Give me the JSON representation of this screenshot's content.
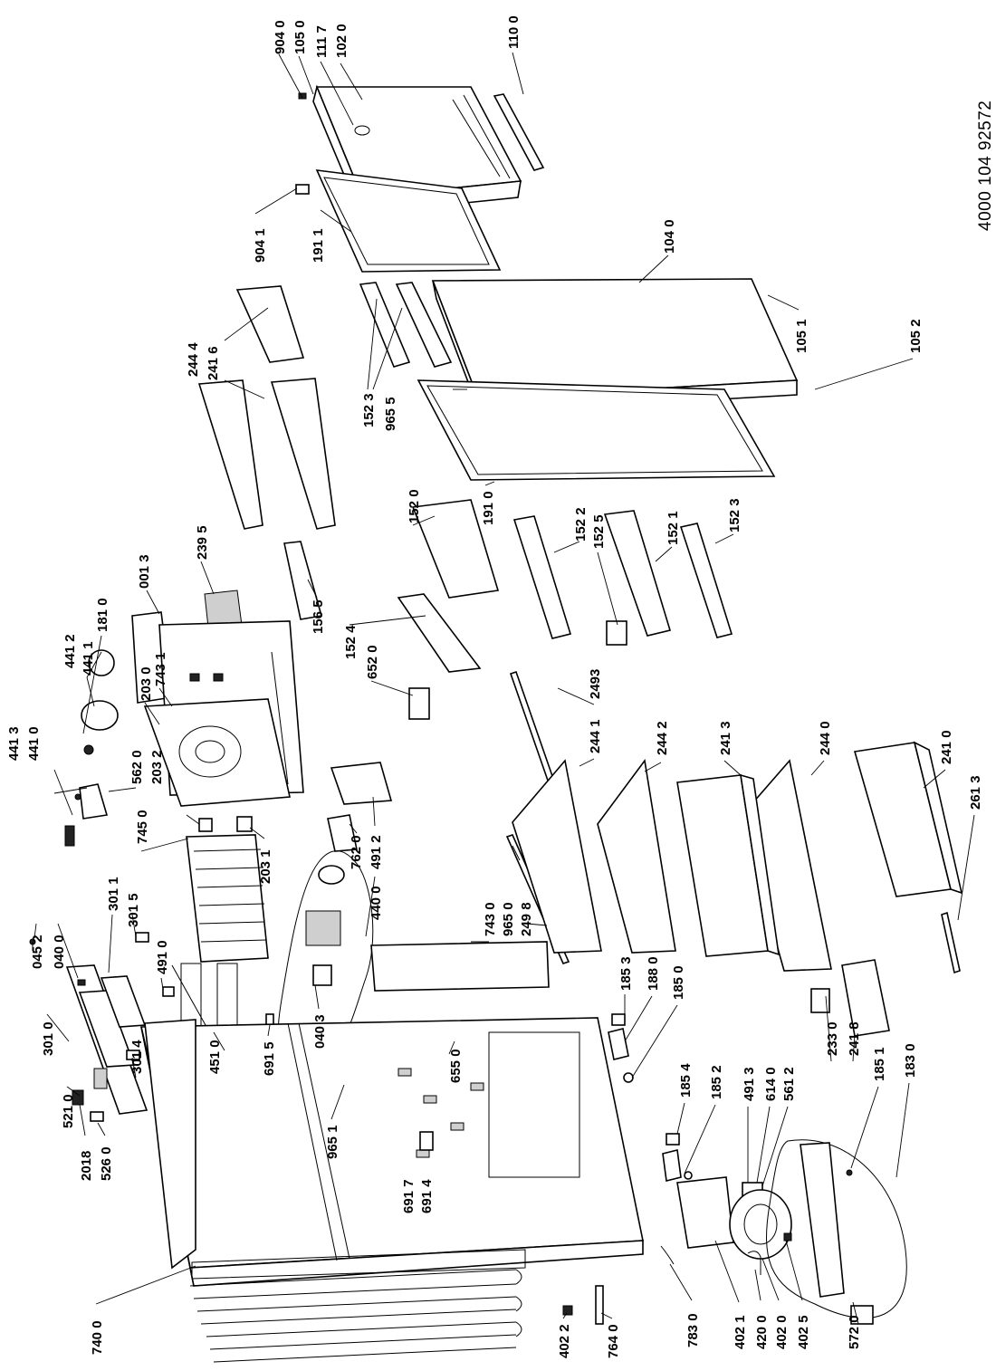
{
  "document_number": "4000 104 92572",
  "part_labels": [
    "904 0",
    "105 0",
    "111 7",
    "102 0",
    "110 0",
    "904 1",
    "191 1",
    "104 0",
    "105 1",
    "105 2",
    "241 6",
    "244 4",
    "152 3",
    "965 5",
    "191 0",
    "001 3",
    "239 5",
    "152 0",
    "152 2",
    "152 5",
    "152 1",
    "152 3",
    "156 5",
    "152 4",
    "181 0",
    "441 2",
    "441 1",
    "652 0",
    "203 0",
    "743 1",
    "441 3",
    "441 0",
    "562 0",
    "203 2",
    "745 0",
    "203 1",
    "2493",
    "244 1",
    "244 2",
    "241 3",
    "244 0",
    "241 0",
    "261 3",
    "045 2",
    "040 0",
    "301 1",
    "301 5",
    "491 0",
    "762 0",
    "491 2",
    "440 0",
    "743 0",
    "965 0",
    "249 8",
    "301 0",
    "301 4",
    "451 0",
    "691 5",
    "040 3",
    "185 3",
    "188 0",
    "185 0",
    "521 0",
    "2018",
    "526 0",
    "965 1",
    "655 0",
    "185 4",
    "185 2",
    "491 3",
    "614 0",
    "561 2",
    "233 0",
    "241 8",
    "185 1",
    "183 0",
    "691 7",
    "691 4",
    "740 0",
    "402 2",
    "764 0",
    "783 0",
    "402 1",
    "420 0",
    "402 0",
    "402 5",
    "572 0"
  ]
}
